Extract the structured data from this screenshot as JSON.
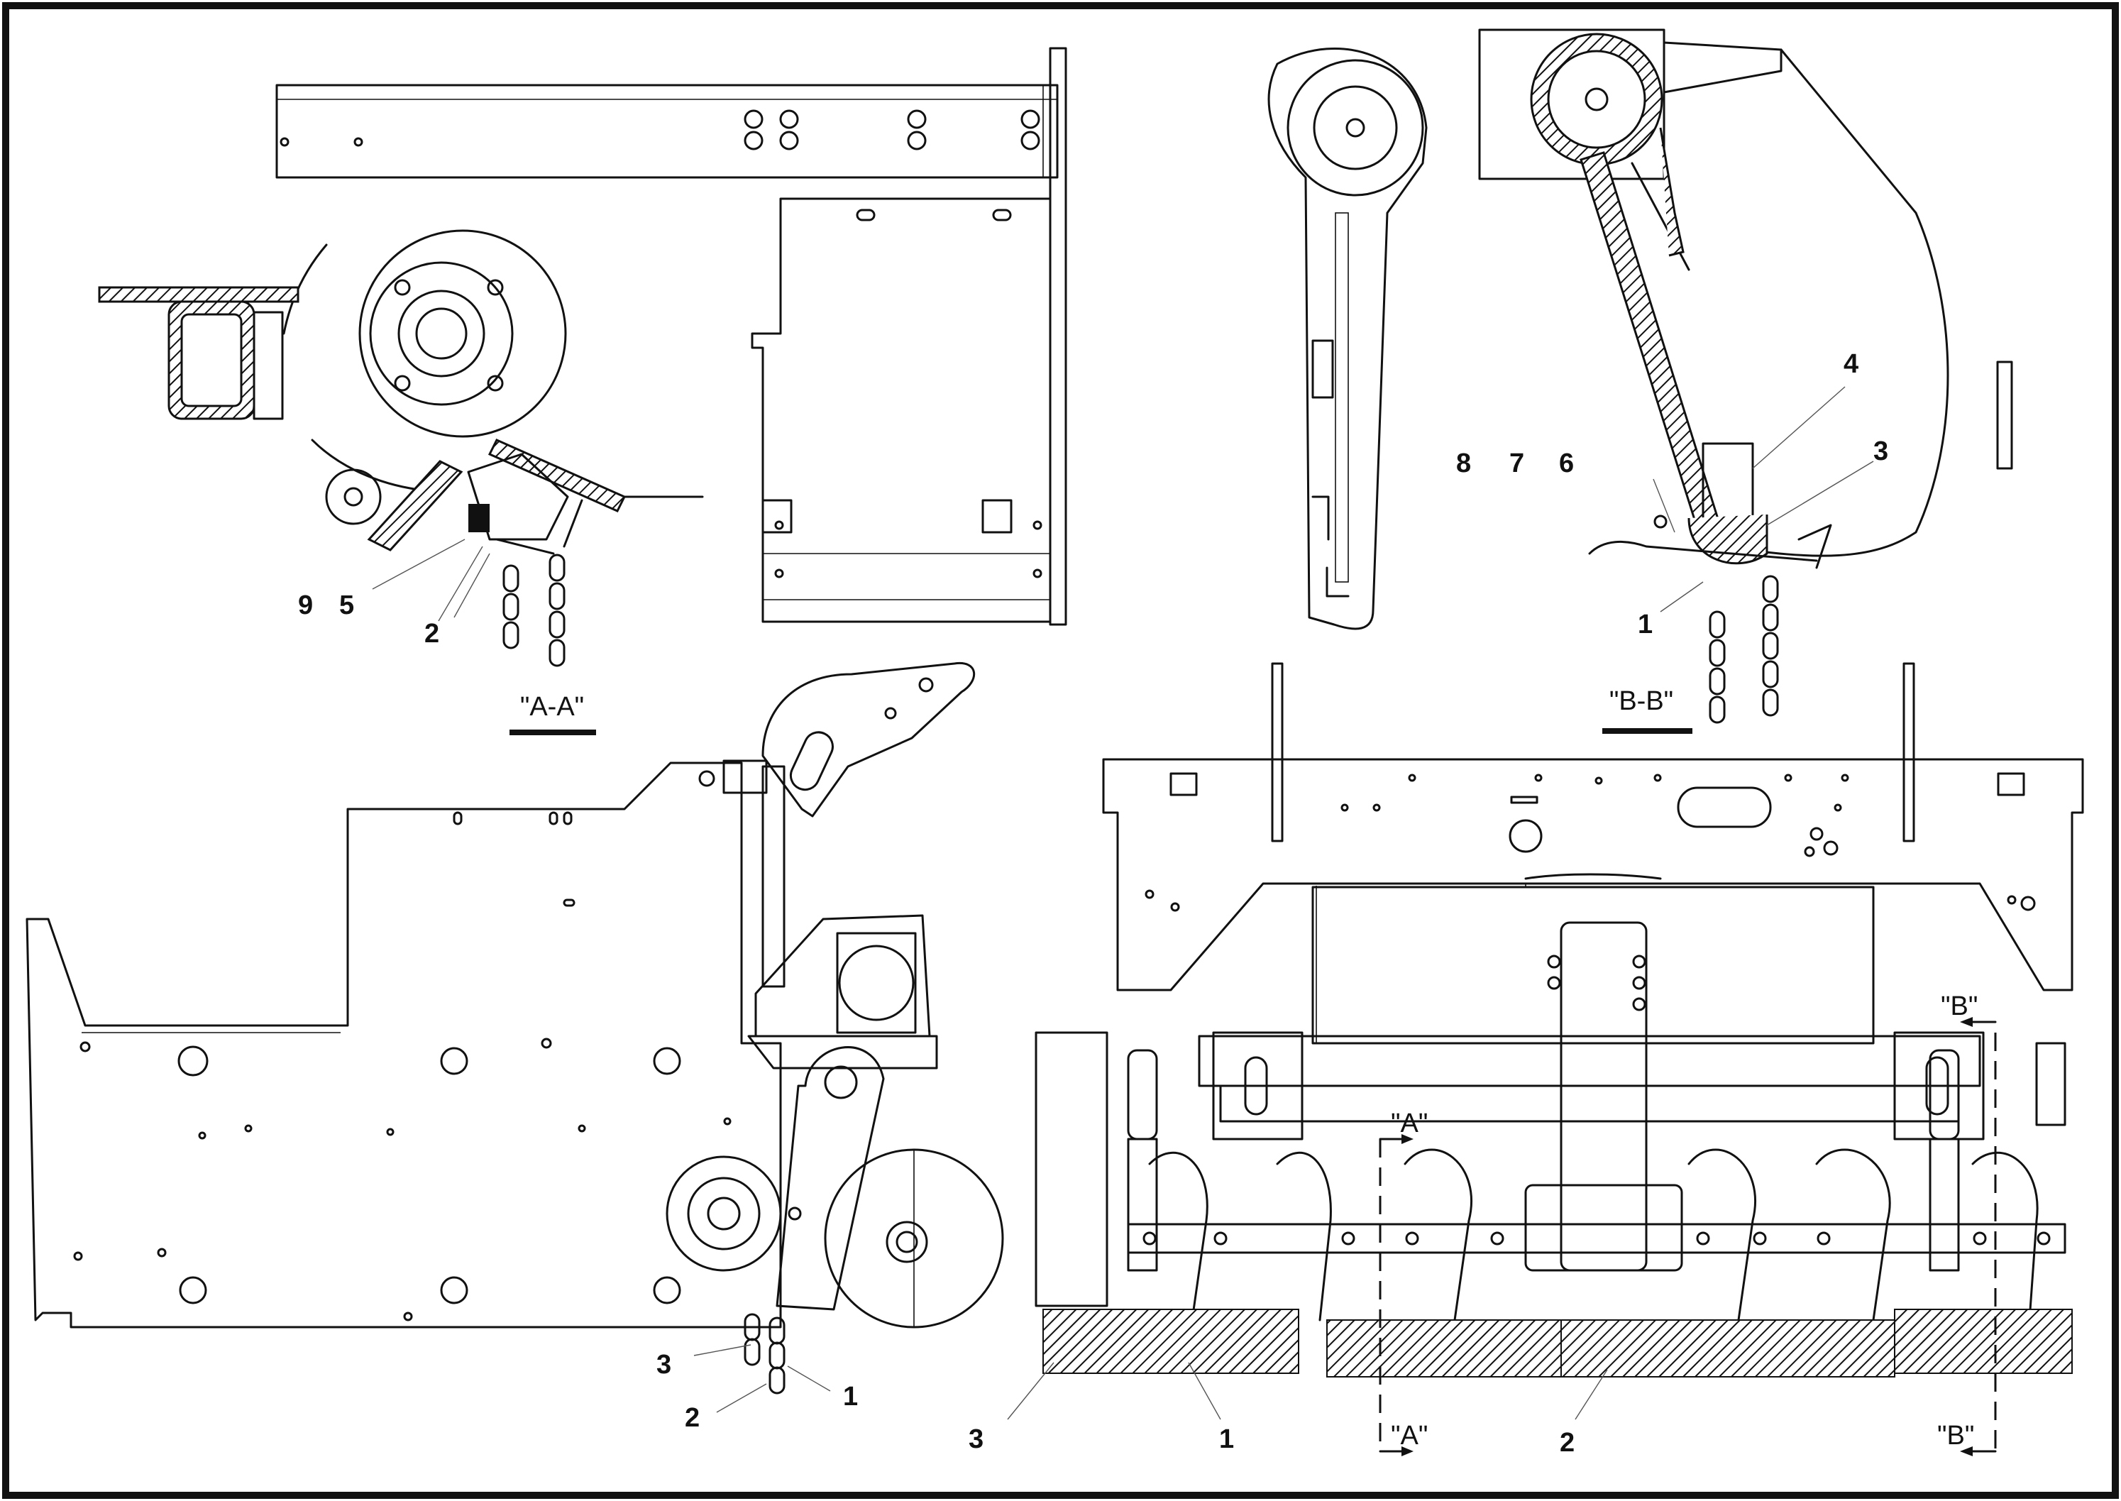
{
  "callouts": {
    "aa": [
      "9",
      "5",
      "2"
    ],
    "bb": [
      "8",
      "7",
      "6",
      "4",
      "3",
      "1"
    ],
    "side": [
      "3",
      "2",
      "1"
    ],
    "front": [
      "3",
      "1",
      "2"
    ]
  },
  "sections": {
    "aa_title": "\"A-A\"",
    "bb_title": "\"B-B\"",
    "cut_a_top": "\"A\"",
    "cut_a_bottom": "\"A\"",
    "cut_b_top": "\"B\"",
    "cut_b_bottom": "\"B\""
  }
}
